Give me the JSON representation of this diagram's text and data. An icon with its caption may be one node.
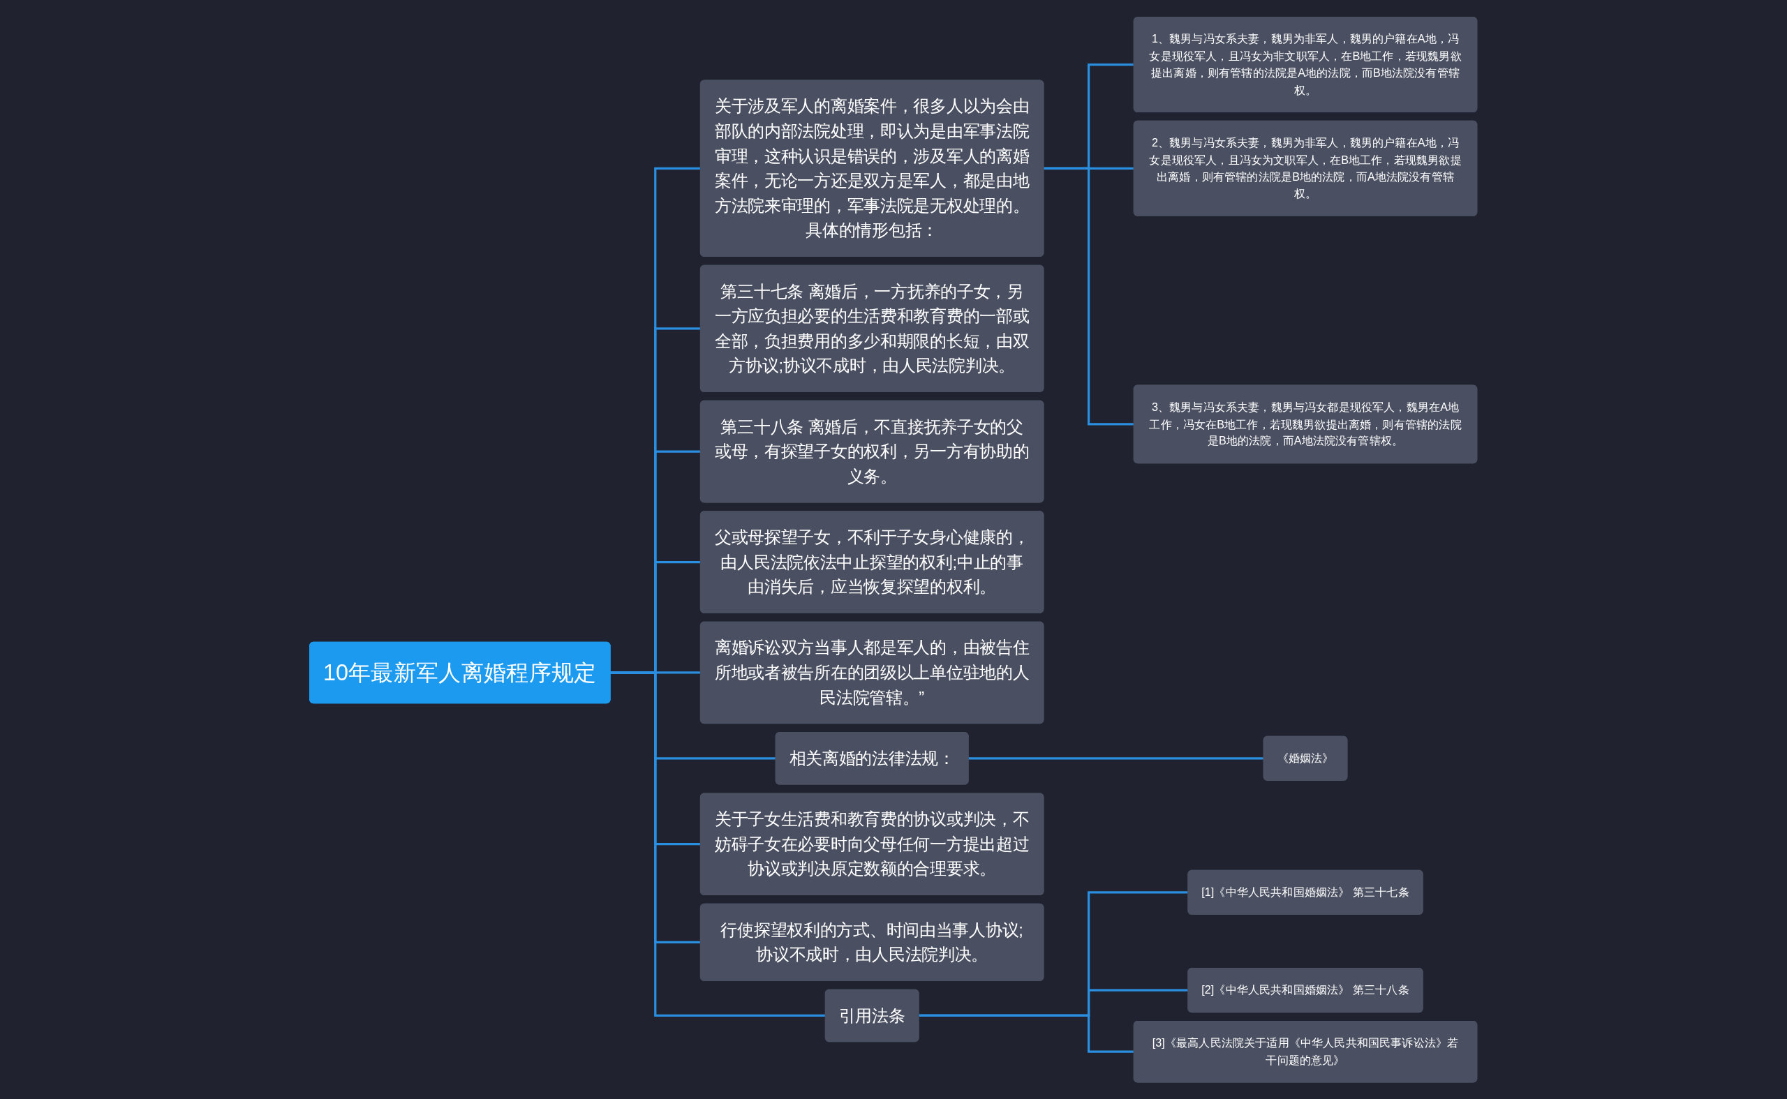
{
  "diagram": {
    "nodes": [
      {
        "text": [
          "10年最新军人离婚程序规定"
        ]
      },
      {
        "text": [
          "关于涉及军人的离婚案件，很多人以为会由部队的内部法院处理，即认为是由军事法院审理，这种认识是错误的，涉及军人的离婚案件，无论一方还是双方是军人，都是由地方法院来审理的，军事法院是无权处理的。具体的情形包括："
        ]
      },
      {
        "text": [
          "1、魏男与冯女系夫妻，魏男为非军人，魏男的户籍在A地，冯女是现役军人，且冯女为非文职军人，在B地工作，若现魏男欲提出离婚，则有管辖的法院是A地的法院，而B地法院没有管辖权。"
        ]
      },
      {
        "text": [
          "2、魏男与冯女系夫妻，魏男为非军人，魏男的户籍在A地，冯女是现役军人，且冯女为文职军人，在B地工作，若现魏男欲提出离婚，则有管辖的法院是B地的法院，而A地法院没有管辖权。"
        ]
      },
      {
        "text": [
          "3、魏男与冯女系夫妻，魏男与冯女都是现役军人，魏男在A地工作，冯女在B地工作，若现魏男欲提出离婚，则有管辖的法院是B地的法院，而A地法院没有管辖权。"
        ]
      },
      {
        "text": [
          "第三十七条 离婚后，一方抚养的子女，另一方应负担必要的生活费和教育费的一部或全部，负担费用的多少和期限的长短，由双方协议;协议不成时，由人民法院判决。"
        ]
      },
      {
        "text": [
          "第三十八条 离婚后，不直接抚养子女的父或母，有探望子女的权利，另一方有协助的义务。"
        ]
      },
      {
        "text": [
          "父或母探望子女，不利于子女身心健康的，由人民法院依法中止探望的权利;中止的事由消失后，应当恢复探望的权利。"
        ]
      },
      {
        "text": [
          "离婚诉讼双方当事人都是军人的，由被告住所地或者被告所在的团级以上单位驻地的人民法院管辖。”"
        ]
      },
      {
        "text": [
          "相关离婚的法律法规："
        ]
      },
      {
        "text": [
          "《婚姻法》"
        ]
      },
      {
        "text": [
          "关于子女生活费和教育费的协议或判决，不妨碍子女在必要时向父母任何一方提出超过协议或判决原定数额的合理要求。"
        ]
      },
      {
        "text": [
          "行使探望权利的方式、时间由当事人协议;协议不成时，由人民法院判决。"
        ]
      },
      {
        "text": [
          "引用法条"
        ]
      },
      {
        "text": [
          "[1]《中华人民共和国婚姻法》 第三十七条"
        ]
      },
      {
        "text": [
          "[2]《中华人民共和国婚姻法》 第三十八条"
        ]
      },
      {
        "text": [
          "[3]《最高人民法院关于适用《中华人民共和国民事诉讼法》若干问题的意见》"
        ]
      }
    ],
    "edges": [
      {
        "from": 0,
        "to": 1,
        "arrow": "none"
      },
      {
        "from": 1,
        "to": 2,
        "arrow": "none"
      },
      {
        "from": 1,
        "to": 3,
        "arrow": "none"
      },
      {
        "from": 1,
        "to": 4,
        "arrow": "none"
      },
      {
        "from": 0,
        "to": 5,
        "arrow": "none"
      },
      {
        "from": 0,
        "to": 6,
        "arrow": "none"
      },
      {
        "from": 0,
        "to": 7,
        "arrow": "none"
      },
      {
        "from": 0,
        "to": 8,
        "arrow": "none"
      },
      {
        "from": 0,
        "to": 9,
        "arrow": "none"
      },
      {
        "from": 9,
        "to": 10,
        "arrow": "none"
      },
      {
        "from": 0,
        "to": 11,
        "arrow": "none"
      },
      {
        "from": 0,
        "to": 12,
        "arrow": "none"
      },
      {
        "from": 0,
        "to": 13,
        "arrow": "none"
      },
      {
        "from": 13,
        "to": 14,
        "arrow": "none"
      },
      {
        "from": 13,
        "to": 15,
        "arrow": "none"
      },
      {
        "from": 13,
        "to": 16,
        "arrow": "none"
      }
    ]
  }
}
